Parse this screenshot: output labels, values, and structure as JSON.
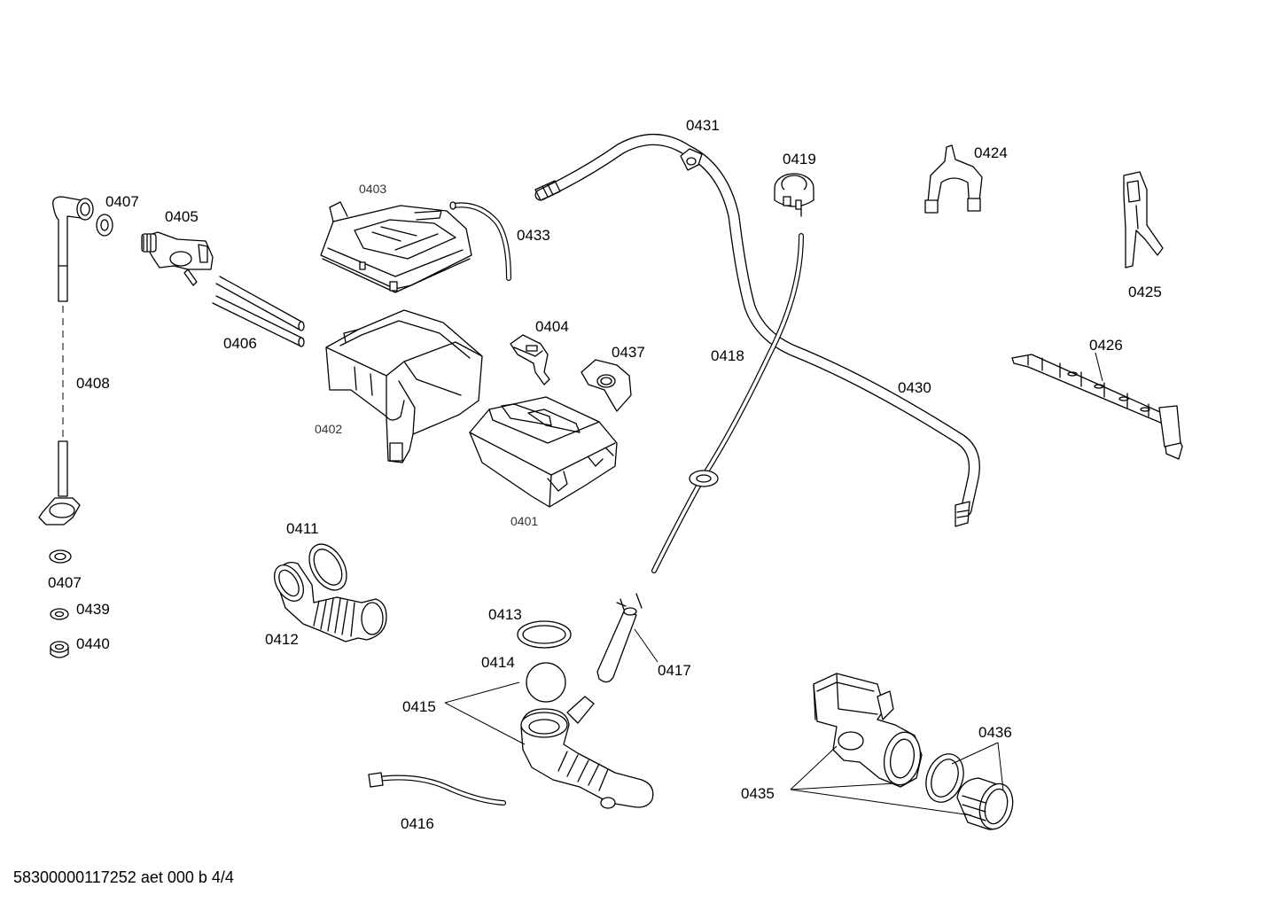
{
  "parts": {
    "p0401": "0401",
    "p0402": "0402",
    "p0403": "0403",
    "p0404": "0404",
    "p0405": "0405",
    "p0406": "0406",
    "p0407_top": "0407",
    "p0407_bottom": "0407",
    "p0408": "0408",
    "p0411": "0411",
    "p0412": "0412",
    "p0413": "0413",
    "p0414": "0414",
    "p0415": "0415",
    "p0416": "0416",
    "p0417": "0417",
    "p0418": "0418",
    "p0419": "0419",
    "p0424": "0424",
    "p0425": "0425",
    "p0426": "0426",
    "p0430": "0430",
    "p0431": "0431",
    "p0433": "0433",
    "p0435": "0435",
    "p0436": "0436",
    "p0437": "0437",
    "p0439": "0439",
    "p0440": "0440"
  },
  "footer": {
    "doc_id": "58300000117252 aet 000 b 4/4"
  },
  "colors": {
    "line": "#000000",
    "background": "#ffffff",
    "shade": "#e9e9e9"
  }
}
